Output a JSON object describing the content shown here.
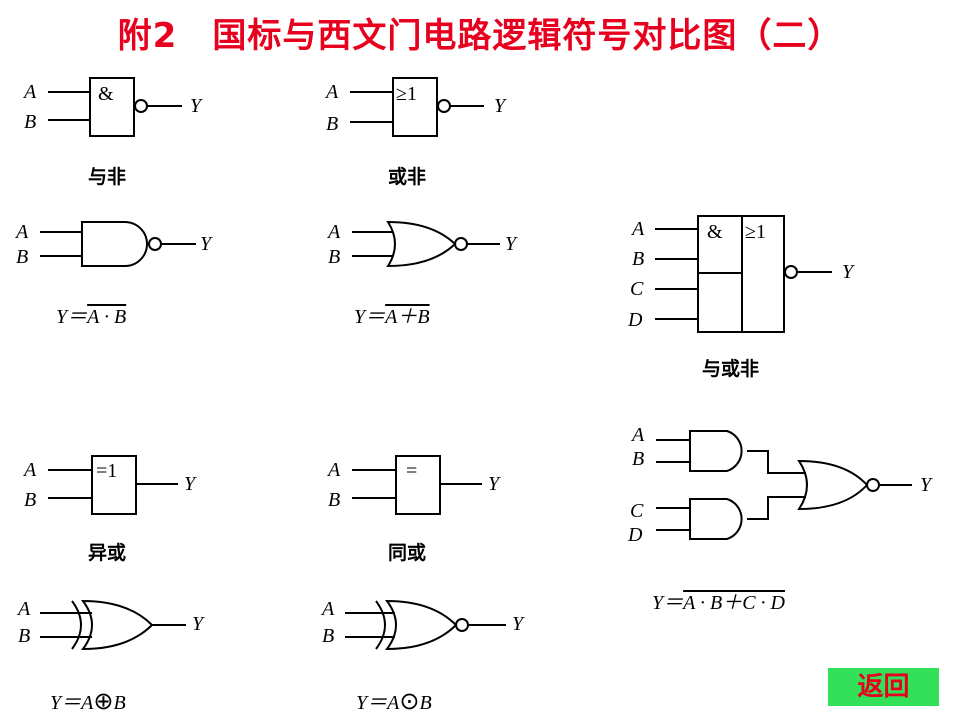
{
  "title": "附2　国标与西文门电路逻辑符号对比图（二）",
  "pin_labels": {
    "a": "A",
    "b": "B",
    "c": "C",
    "d": "D",
    "y": "Y"
  },
  "box_symbols": {
    "and": "&",
    "or": "≥1",
    "xor": "=1",
    "xnor": "="
  },
  "captions": {
    "nand": "与非",
    "nor": "或非",
    "aoi": "与或非",
    "xor": "异或",
    "xnor": "同或"
  },
  "expressions": {
    "nand": {
      "lhs": "Y＝",
      "rhs": "A · B"
    },
    "nor": {
      "lhs": "Y＝",
      "rhs": "A＋B"
    },
    "aoi": {
      "lhs": "Y＝",
      "rhs": "A · B＋C · D"
    },
    "xor": {
      "lhs": "Y＝",
      "a": "A",
      "op": "⊕",
      "b": "B"
    },
    "xnor": {
      "lhs": "Y＝",
      "a": "A",
      "op": "⊙",
      "b": "B"
    }
  },
  "buttons": {
    "back": "返回"
  },
  "colors": {
    "title": "#e8001f",
    "button_bg": "#33e05a",
    "button_text": "#e8001f",
    "lines": "#000000"
  }
}
